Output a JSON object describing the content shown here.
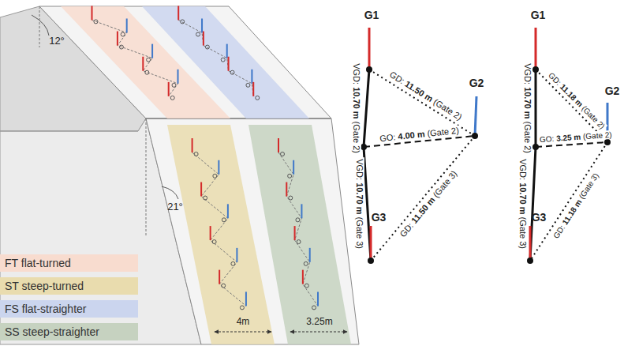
{
  "diagram": {
    "labels": [
      "12°",
      "21°",
      "4m",
      "3.25m",
      "G1",
      "G2",
      "G3",
      "VGD: 10.70 m (Gate 2)",
      "VGD: 10.70 m (Gate 3)",
      "GD: 11.50 m (Gate 2)",
      "GO: 4.00 m (Gate 2)",
      "GD: 11.50 m (Gate 3)",
      "G1",
      "G2",
      "G3",
      "VGD: 10.70 m (Gate 2)",
      "VGD: 10.70 m (Gate 3)",
      "GD: 11.18 m (Gate 2)",
      "GO: 3.25 m (Gate 2)",
      "GD: 11.18 m (Gate 3)"
    ],
    "legend": [
      {
        "text": "FT flat-turned",
        "color": "#f8dccf"
      },
      {
        "text": "ST steep-turned",
        "color": "#e9dcae"
      },
      {
        "text": "FS flat-straighter",
        "color": "#cbd5ee"
      },
      {
        "text": "SS steep-straighter",
        "color": "#c6d2c0"
      }
    ]
  }
}
